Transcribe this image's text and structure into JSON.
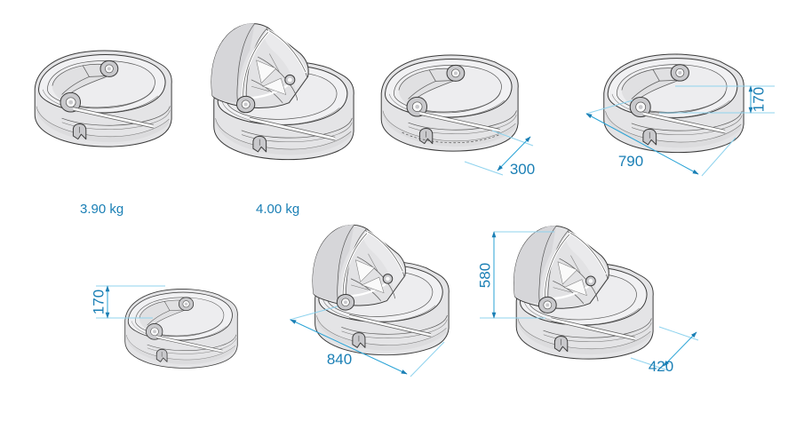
{
  "diagram": {
    "title": "Carrycot dimensions and weights",
    "background_color": "#ffffff",
    "dimension_color": "#1a7fb5",
    "dimension_line_color": "#29a3d6",
    "unit": "mm",
    "weight_unit": "kg"
  },
  "views": [
    {
      "id": "view-1",
      "name": "carrycot-hood-folded-front-left",
      "hood": "folded",
      "weight_label": "3.90 kg"
    },
    {
      "id": "view-2",
      "name": "carrycot-hood-extended-front-left",
      "hood": "extended",
      "weight_label": "4.00 kg"
    },
    {
      "id": "view-3",
      "name": "carrycot-hood-folded-width",
      "hood": "folded",
      "dimension_label": "300"
    },
    {
      "id": "view-4",
      "name": "carrycot-hood-folded-length-height",
      "hood": "folded",
      "dimension_label_length": "790",
      "dimension_label_height": "170"
    },
    {
      "id": "view-5",
      "name": "carrycot-hood-folded-top-height",
      "hood": "folded",
      "dimension_label_height": "170"
    },
    {
      "id": "view-6",
      "name": "carrycot-hood-extended-length",
      "hood": "extended",
      "dimension_label_length": "840"
    },
    {
      "id": "view-7",
      "name": "carrycot-hood-extended-height-width",
      "hood": "extended",
      "dimension_label_height": "580",
      "dimension_label_width": "420"
    }
  ],
  "labels": {
    "weight_1": "3.90 kg",
    "weight_2": "4.00 kg",
    "dim_300": "300",
    "dim_790": "790",
    "dim_170_top": "170",
    "dim_170_bottom": "170",
    "dim_840": "840",
    "dim_580": "580",
    "dim_420": "420"
  }
}
